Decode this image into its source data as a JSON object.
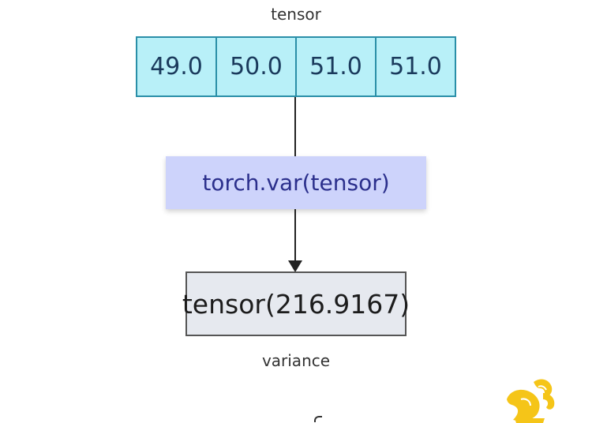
{
  "input": {
    "caption": "tensor",
    "values": [
      "49.0",
      "50.0",
      "51.0",
      "51.0"
    ]
  },
  "operation": {
    "label": "torch.var(tensor)"
  },
  "output": {
    "label": "tensor(216.9167)",
    "caption": "variance"
  },
  "colors": {
    "cell_fill": "#b8f0f8",
    "cell_border": "#2a8fa8",
    "op_fill": "#cdd3fb",
    "op_text": "#2b2f8c",
    "result_fill": "#e6e9ef",
    "logo": "#f5c518"
  },
  "icons": {
    "logo": "yellow-mascot-icon"
  }
}
